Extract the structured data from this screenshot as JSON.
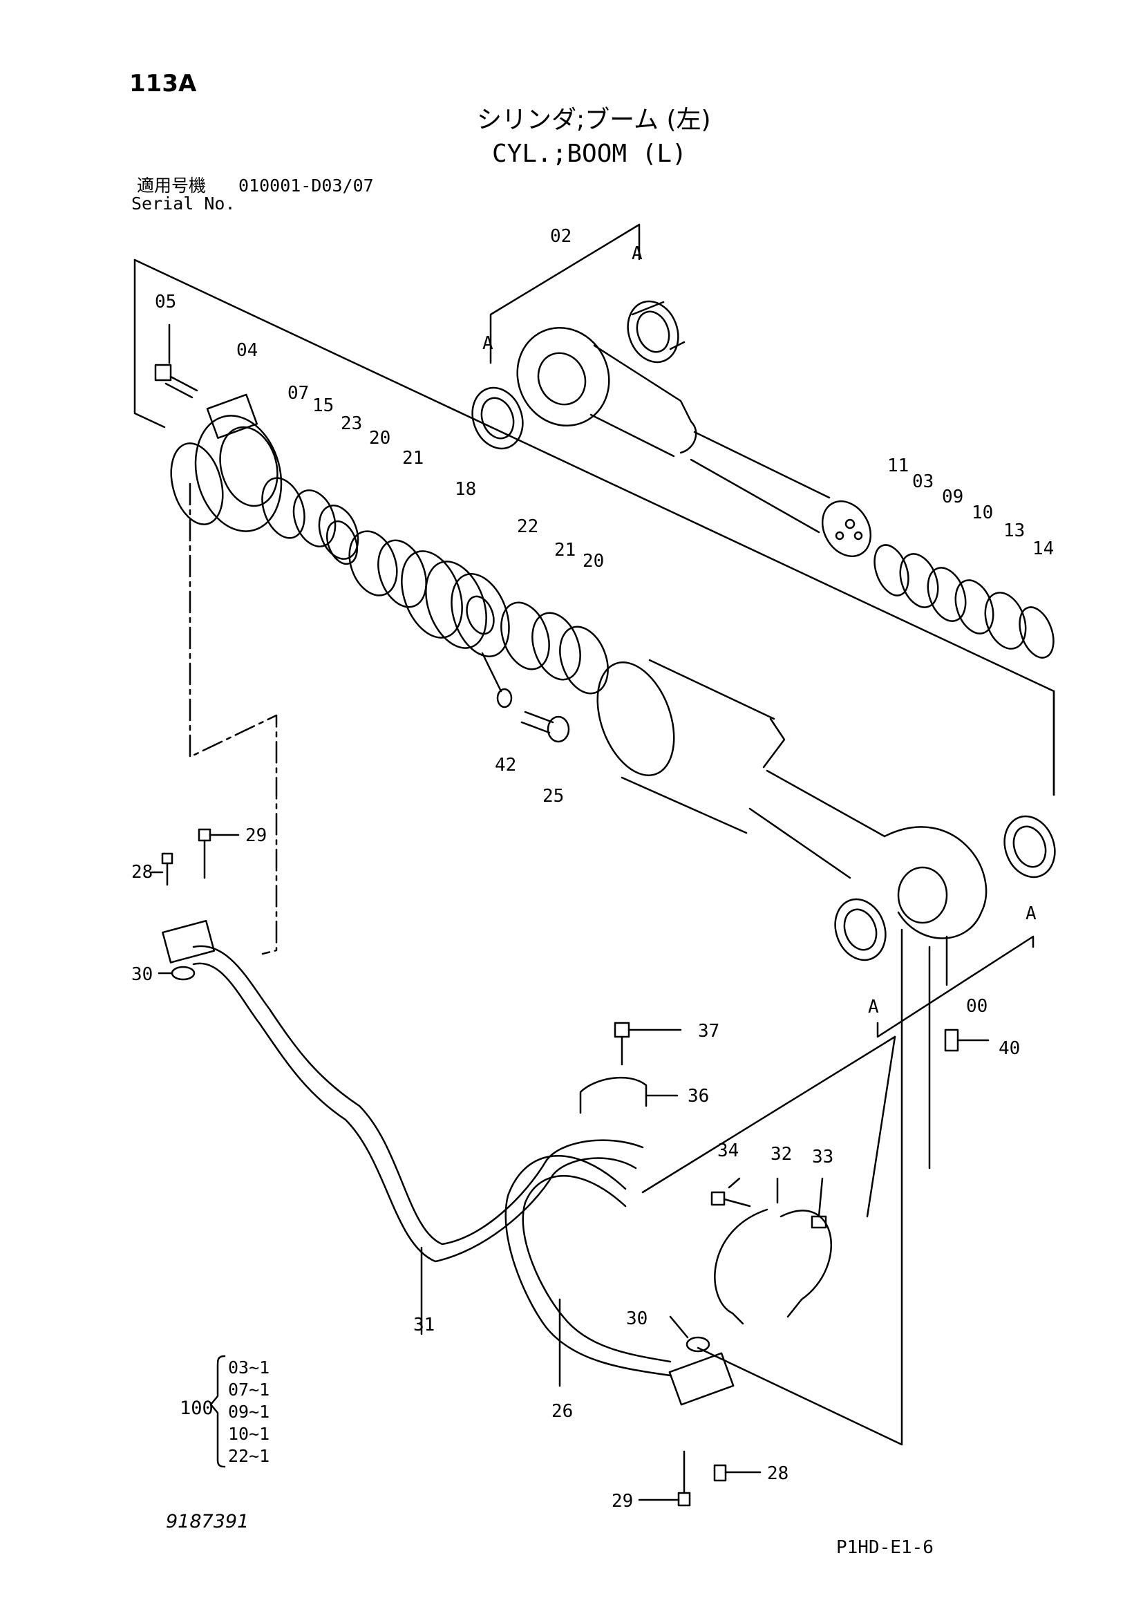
{
  "header": {
    "page_number": "113A",
    "title_jp": "シリンダ;ブーム (左)",
    "title_en": "CYL.;BOOM (L)",
    "serial_label_jp": "適用号機",
    "serial_range": "010001-D03/07",
    "serial_label_en": "Serial No."
  },
  "callouts": [
    "02",
    "A",
    "A",
    "05",
    "04",
    "07",
    "15",
    "23",
    "20",
    "21",
    "18",
    "22",
    "21",
    "20",
    "11",
    "03",
    "09",
    "10",
    "13",
    "14",
    "42",
    "25",
    "29",
    "28",
    "30",
    "00",
    "A",
    "A",
    "40",
    "37",
    "36",
    "34",
    "32",
    "33",
    "31",
    "30",
    "26",
    "28",
    "29"
  ],
  "kit": {
    "number": "100",
    "items": [
      "03~1",
      "07~1",
      "09~1",
      "10~1",
      "22~1"
    ]
  },
  "footer": {
    "doc_number": "9187391",
    "page_code": "P1HD-E1-6"
  }
}
